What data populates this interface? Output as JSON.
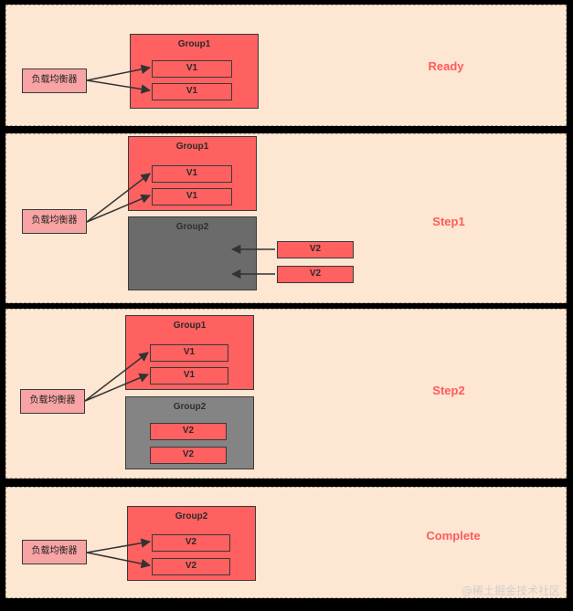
{
  "load_balancer_label": "负载均衡器",
  "panels": [
    {
      "stage": "Ready",
      "groups": [
        {
          "title": "Group1",
          "versions": [
            "V1",
            "V1"
          ]
        }
      ]
    },
    {
      "stage": "Step1",
      "groups": [
        {
          "title": "Group1",
          "versions": [
            "V1",
            "V1"
          ]
        },
        {
          "title": "Group2",
          "versions": [
            "V2",
            "V2"
          ]
        }
      ]
    },
    {
      "stage": "Step2",
      "groups": [
        {
          "title": "Group1",
          "versions": [
            "V1",
            "V1"
          ]
        },
        {
          "title": "Group2",
          "versions": [
            "V2",
            "V2"
          ]
        }
      ]
    },
    {
      "stage": "Complete",
      "groups": [
        {
          "title": "Group2",
          "versions": [
            "V2",
            "V2"
          ]
        }
      ]
    }
  ],
  "watermark": "@稀土掘金技术社区",
  "colors": {
    "panel_bg": "#fde6d2",
    "group_active": "#ff6060",
    "group_inactive_dark": "#6b6b6b",
    "group_inactive_mid": "#848484",
    "load_balancer": "#f8a4a4",
    "stage_text": "#ff5a5a"
  }
}
